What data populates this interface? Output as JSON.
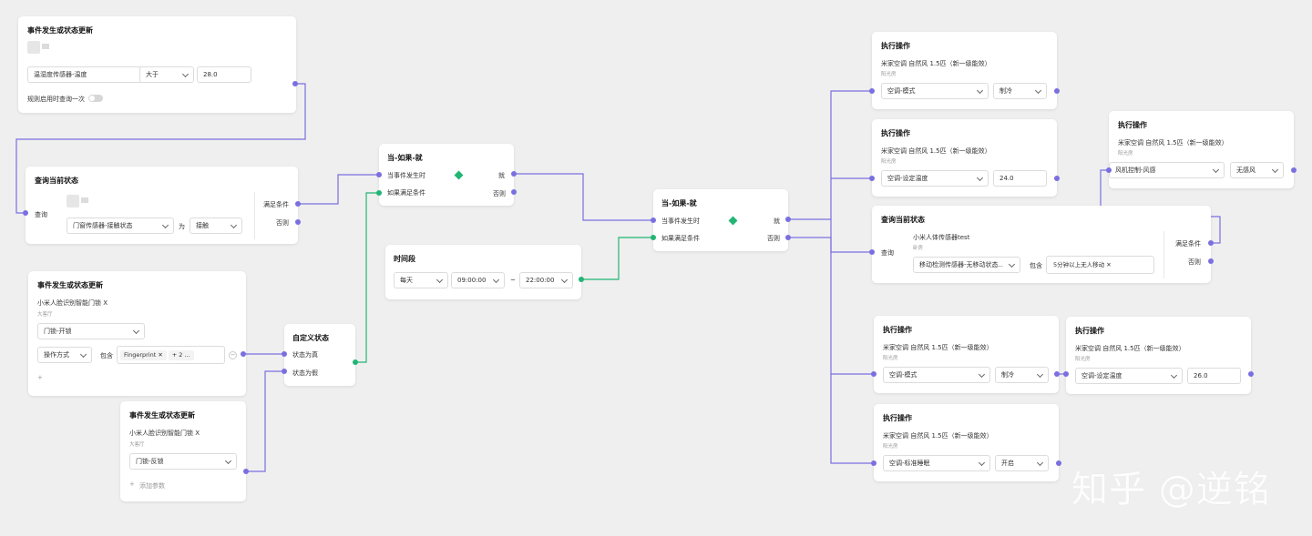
{
  "colors": {
    "wire": "#7a6fe0",
    "wire_green": "#22b573",
    "canvas": "#efefef"
  },
  "icons": {
    "chevron": "chevron-down-icon",
    "close": "close-icon",
    "add": "plus-icon",
    "minus": "minus-icon"
  },
  "n1": {
    "title": "事件发生或状态更新",
    "sel1": "温湿度传感器-温度",
    "sel2": "大于",
    "value": "28.0",
    "toggle_label": "规则启用时查询一次"
  },
  "n2": {
    "title": "查询当前状态",
    "left_port": "查询",
    "sel1": "门窗传感器-接触状态",
    "op": "为",
    "sel2": "接触",
    "yes": "满足条件",
    "no": "否则"
  },
  "n3": {
    "title": "事件发生或状态更新",
    "device": "小米人脸识别智能门锁 X",
    "room": "大客厅",
    "sel1": "门锁-开锁",
    "sel2": "操作方式",
    "op": "包含",
    "chip1": "Fingerprint",
    "chip2": "+ 2 ...",
    "add": "+"
  },
  "n4": {
    "title": "事件发生或状态更新",
    "device": "小米人脸识别智能门锁 X",
    "room": "大客厅",
    "sel1": "门锁-反锁",
    "add": "添加参数"
  },
  "n5": {
    "title": "自定义状态",
    "yes": "状态为真",
    "no": "状态为假"
  },
  "n6": {
    "title": "当-如果-就",
    "when": "当事件发生时",
    "if": "如果满足条件",
    "then": "就",
    "else": "否则"
  },
  "n7": {
    "title": "时间段",
    "sel1": "每天",
    "from": "09:00:00",
    "sep": "~",
    "to": "22:00:00"
  },
  "n8": {
    "title": "当-如果-就",
    "when": "当事件发生时",
    "if": "如果满足条件",
    "then": "就",
    "else": "否则"
  },
  "n9": {
    "title": "执行操作",
    "device": "米家空调 自然风 1.5匹（新一级能效）",
    "room": "阳光房",
    "sel1": "空调-模式",
    "sel2": "制冷"
  },
  "n10": {
    "title": "执行操作",
    "device": "米家空调 自然风 1.5匹（新一级能效）",
    "room": "阳光房",
    "sel1": "空调-设定温度",
    "value": "24.0"
  },
  "n11": {
    "title": "执行操作",
    "device": "米家空调 自然风 1.5匹（新一级能效）",
    "room": "阳光房",
    "sel1": "风机控制-风感",
    "sel2": "无感风"
  },
  "n12": {
    "title": "查询当前状态",
    "left_port": "查询",
    "device": "小米人体传感器test",
    "room": "卧房",
    "sel1": "移动检测传感器-无移动状态...",
    "op": "包含",
    "chip1": "5分钟以上无人移动",
    "yes": "满足条件",
    "no": "否则"
  },
  "n13": {
    "title": "执行操作",
    "device": "米家空调 自然风 1.5匹（新一级能效）",
    "room": "阳光房",
    "sel1": "空调-模式",
    "sel2": "制冷"
  },
  "n14": {
    "title": "执行操作",
    "device": "米家空调 自然风 1.5匹（新一级能效）",
    "room": "阳光房",
    "sel1": "空调-设定温度",
    "value": "26.0"
  },
  "n15": {
    "title": "执行操作",
    "device": "米家空调 自然风 1.5匹（新一级能效）",
    "room": "阳光房",
    "sel1": "空调-标准睡眠",
    "sel2": "开启"
  },
  "watermark": "知乎 @逆铭"
}
